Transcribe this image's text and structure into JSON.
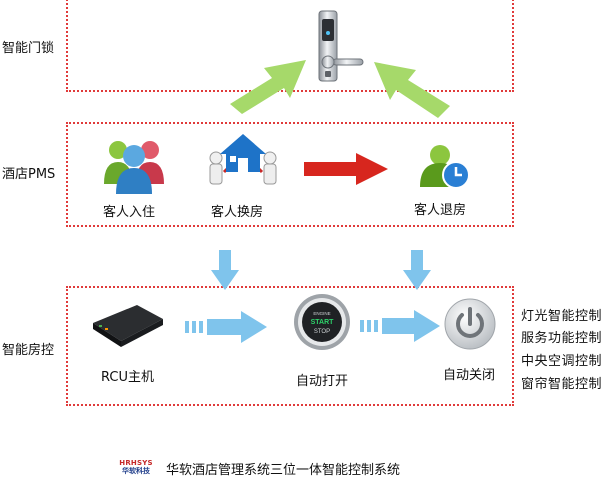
{
  "rows": {
    "lock": "智能门锁",
    "pms": "酒店PMS",
    "room": "智能房控"
  },
  "pms_nodes": {
    "checkin": "客人入住",
    "change": "客人换房",
    "checkout": "客人退房"
  },
  "room_nodes": {
    "rcu": "RCU主机",
    "auto_on": "自动打开",
    "auto_off": "自动关闭"
  },
  "start_button": {
    "line1": "ENGINE",
    "line2": "START",
    "line3": "STOP"
  },
  "features": [
    "灯光智能控制",
    "服务功能控制",
    "中央空调控制",
    "窗帘智能控制"
  ],
  "footer": {
    "logo_line1": "HRHSYS",
    "logo_line2": "华软科技",
    "title": "华软酒店管理系统三位一体智能控制系统"
  },
  "colors": {
    "zone_border": "#e03a3a",
    "arrow_green": "#a6d96a",
    "arrow_red": "#d7261e",
    "arrow_blue": "#7fc4ec"
  }
}
